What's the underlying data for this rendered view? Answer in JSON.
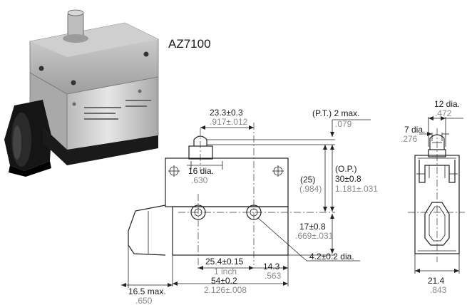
{
  "model": "AZ7100",
  "icons": {
    "product_photo": "limit-switch-photo"
  },
  "dimensions": {
    "width_top": {
      "mm": "23.3±0.3",
      "inch": ".917±.012"
    },
    "pt": {
      "mm": "(P.T.) 2 max.",
      "inch": ".079"
    },
    "plunger_dia": {
      "mm": "16 dia.",
      "inch": ".630"
    },
    "ref_height": {
      "mm": "(25)",
      "inch": "(.984)"
    },
    "op_label": "(O.P.)",
    "op": {
      "mm": "30±0.8",
      "inch": "1.181±.031"
    },
    "hole_height": {
      "mm": "17±0.8",
      "inch": ".669±.031"
    },
    "hole_dia": {
      "mm": "4.2±0.2 dia."
    },
    "hole_spacing": {
      "mm": "25.4±0.15",
      "inch": "1 inch"
    },
    "offset": {
      "mm": "14.3",
      "inch": ".563"
    },
    "length": {
      "mm": "54±0.2",
      "inch": "2.126±.008"
    },
    "boot": {
      "mm": "16.5 max.",
      "inch": ".650"
    },
    "side_top": {
      "mm": "12 dia.",
      "inch": ".472"
    },
    "side_roller": {
      "mm": "7 dia.",
      "inch": ".276"
    },
    "side_width": {
      "mm": "21.4",
      "inch": ".843"
    }
  }
}
